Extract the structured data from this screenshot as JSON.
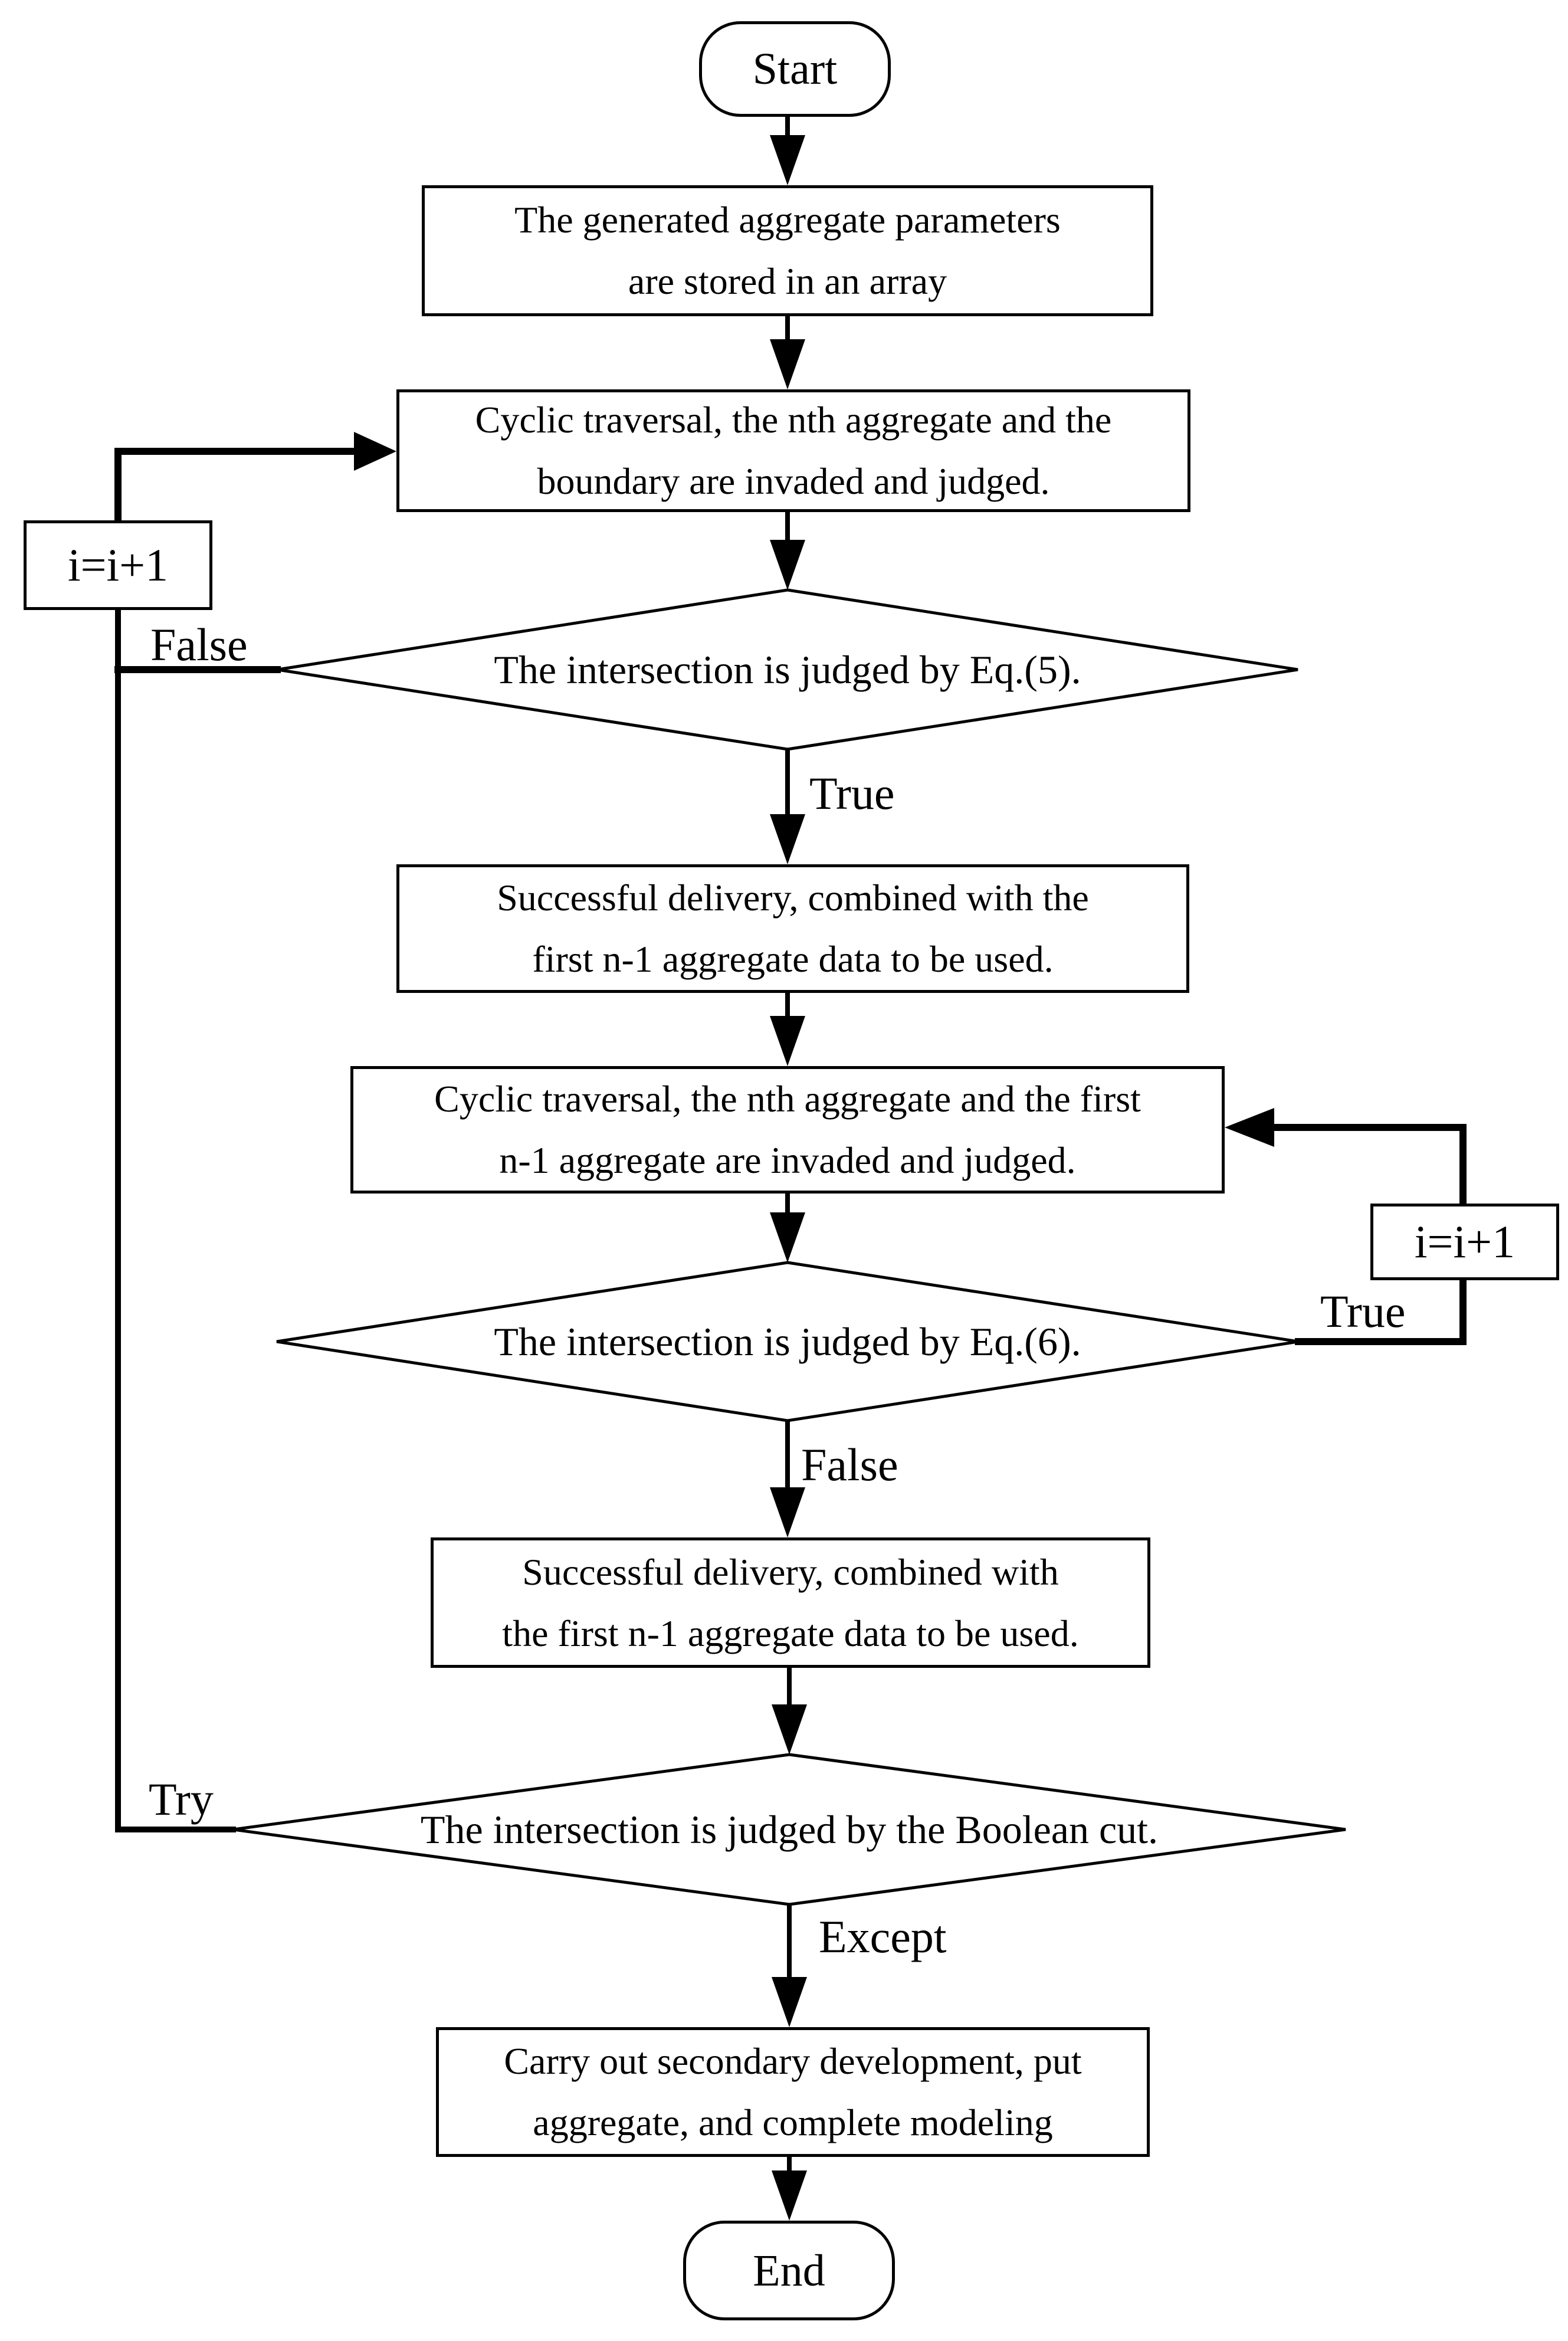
{
  "flowchart": {
    "start": "Start",
    "end": "End",
    "boxes": {
      "store_array": [
        "The generated aggregate parameters",
        "are stored in an array"
      ],
      "traverse_boundary": [
        "Cyclic traversal, the nth aggregate and the",
        "boundary are invaded and judged."
      ],
      "delivery_first": [
        "Successful delivery, combined with the",
        "first n-1 aggregate data to be used."
      ],
      "traverse_first": [
        "Cyclic traversal, the nth aggregate and the first",
        "n-1 aggregate are invaded and judged."
      ],
      "delivery_second": [
        "Successful delivery, combined with",
        "the first n-1 aggregate data to be used."
      ],
      "secondary_dev": [
        "Carry out secondary development, put",
        "aggregate, and complete modeling"
      ]
    },
    "decisions": {
      "eq5": "The intersection is judged by Eq.(5).",
      "eq6": "The intersection is judged by Eq.(6).",
      "boolean_cut": "The intersection is judged by the Boolean cut."
    },
    "edge_labels": {
      "false1": "False",
      "true1": "True",
      "true2": "True",
      "false2": "False",
      "try": "Try",
      "except": "Except"
    },
    "increment_left": "i=i+1",
    "increment_right": "i=i+1"
  }
}
